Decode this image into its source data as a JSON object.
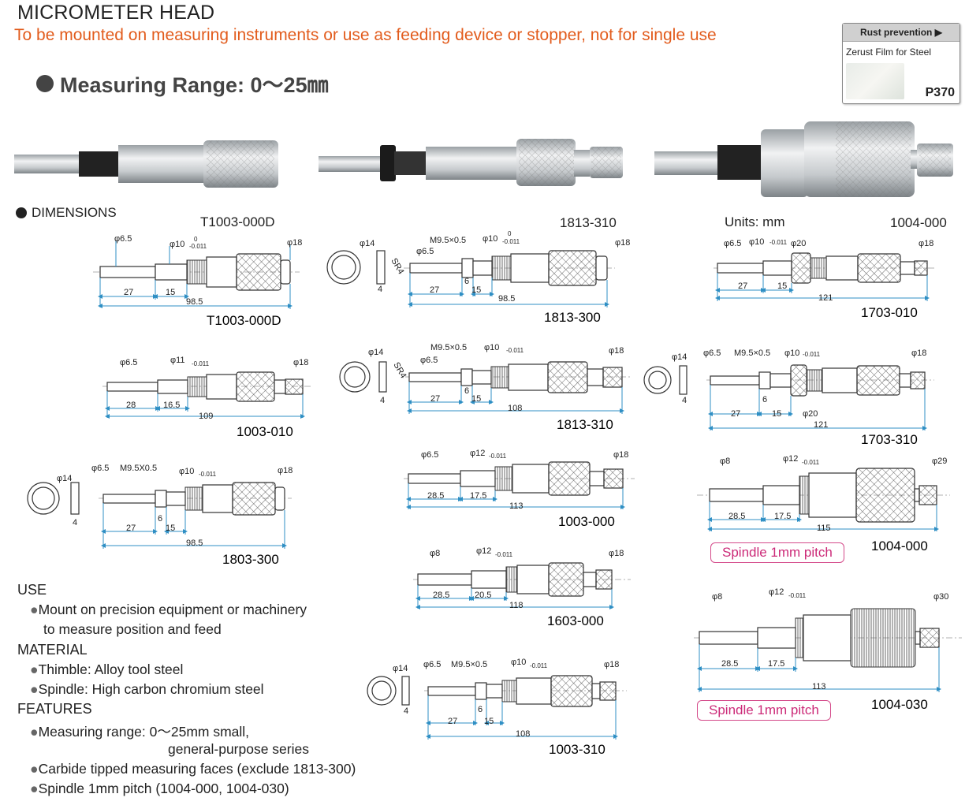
{
  "header": {
    "title": "MICROMETER HEAD",
    "subtitle": "To be mounted on measuring instruments or use as feeding device or stopper, not for single use",
    "range": "Measuring Range: 0～25㎜"
  },
  "rust_box": {
    "heading": "Rust prevention",
    "film": "Zerust Film for Steel",
    "page": "P370"
  },
  "photo_labels": {
    "dimensions": "DIMENSIONS",
    "p1": "T1003-000D",
    "p2": "1813-310",
    "units": "Units: mm",
    "p3": "1004-000"
  },
  "drawings": [
    {
      "model": "T1003-000D"
    },
    {
      "model": "1813-300"
    },
    {
      "model": "1703-010"
    },
    {
      "model": "1003-010"
    },
    {
      "model": "1813-310"
    },
    {
      "model": "1703-310"
    },
    {
      "model": "1803-300"
    },
    {
      "model": "1003-000"
    },
    {
      "model": "1004-000"
    },
    {
      "model": "1603-000"
    },
    {
      "model": "1004-030"
    },
    {
      "model": "1003-310"
    }
  ],
  "pills": {
    "p1": "Spindle 1mm pitch",
    "p2": "Spindle 1mm pitch"
  },
  "dim_text": {
    "d65": "φ6.5",
    "d8": "φ8",
    "d10": "φ10",
    "d11": "φ11",
    "d12": "φ12",
    "d14": "φ14",
    "d18": "φ18",
    "d20": "φ20",
    "d29": "φ29",
    "d30": "φ30",
    "tol0": "0",
    "tol011": "-0.011",
    "m95": "M9.5×0.5",
    "m95b": "M9.5X0.5",
    "sr4": "SR4",
    "n4": "4",
    "n6": "6",
    "n15": "15",
    "n165": "16.5",
    "n175": "17.5",
    "n205": "20.5",
    "n27": "27",
    "n28": "28",
    "n285": "28.5",
    "n985": "98.5",
    "n108": "108",
    "n109": "109",
    "n113": "113",
    "n115": "115",
    "n118": "118",
    "n121": "121"
  },
  "info": {
    "use_title": "USE",
    "use_1": "Mount on precision equipment or machinery",
    "use_2": "to measure position and feed",
    "material_title": "MATERIAL",
    "material_1": "Thimble: Alloy tool steel",
    "material_2": "Spindle: High carbon chromium steel",
    "features_title": "FEATURES",
    "feat_1": "Measuring range: 0～25mm small,",
    "feat_1b": "general-purpose series",
    "feat_2": "Carbide tipped measuring faces (exclude 1813-300)",
    "feat_3": "Spindle 1mm pitch (1004-000, 1004-030)"
  },
  "colors": {
    "accent": "#e25c1d",
    "dim_line": "#2f8fc4",
    "pill": "#cc2a78"
  }
}
